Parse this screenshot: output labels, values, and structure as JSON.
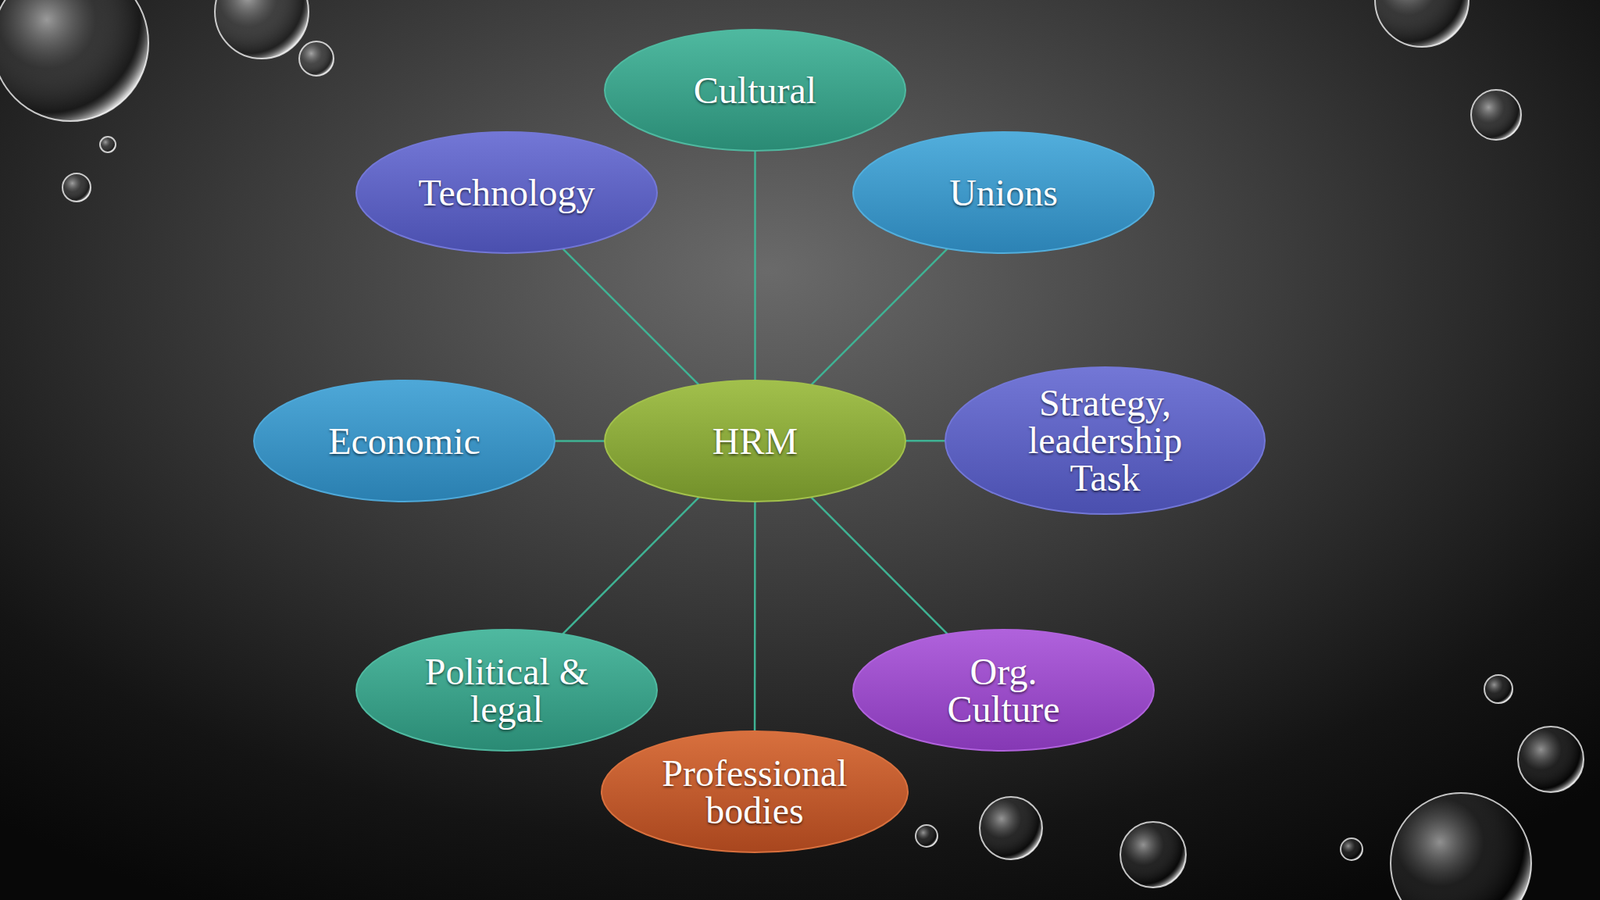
{
  "diagram": {
    "nodes": [
      {
        "text": [
          "Cultural"
        ]
      },
      {
        "text": [
          "Technology"
        ]
      },
      {
        "text": [
          "Unions"
        ]
      },
      {
        "text": [
          "Economic"
        ]
      },
      {
        "text": [
          "HRM"
        ]
      },
      {
        "text": [
          "Strategy, leadership Task"
        ]
      },
      {
        "text": [
          "Political & legal"
        ]
      },
      {
        "text": [
          "Org. Culture"
        ]
      },
      {
        "text": [
          "Professional bodies"
        ]
      }
    ],
    "edges": [
      {
        "from": 4,
        "to": 0,
        "arrow": "none"
      },
      {
        "from": 4,
        "to": 1,
        "arrow": "none"
      },
      {
        "from": 4,
        "to": 2,
        "arrow": "none"
      },
      {
        "from": 4,
        "to": 3,
        "arrow": "none"
      },
      {
        "from": 4,
        "to": 5,
        "arrow": "none"
      },
      {
        "from": 4,
        "to": 6,
        "arrow": "none"
      },
      {
        "from": 4,
        "to": 7,
        "arrow": "none"
      },
      {
        "from": 4,
        "to": 8,
        "arrow": "none"
      }
    ]
  }
}
